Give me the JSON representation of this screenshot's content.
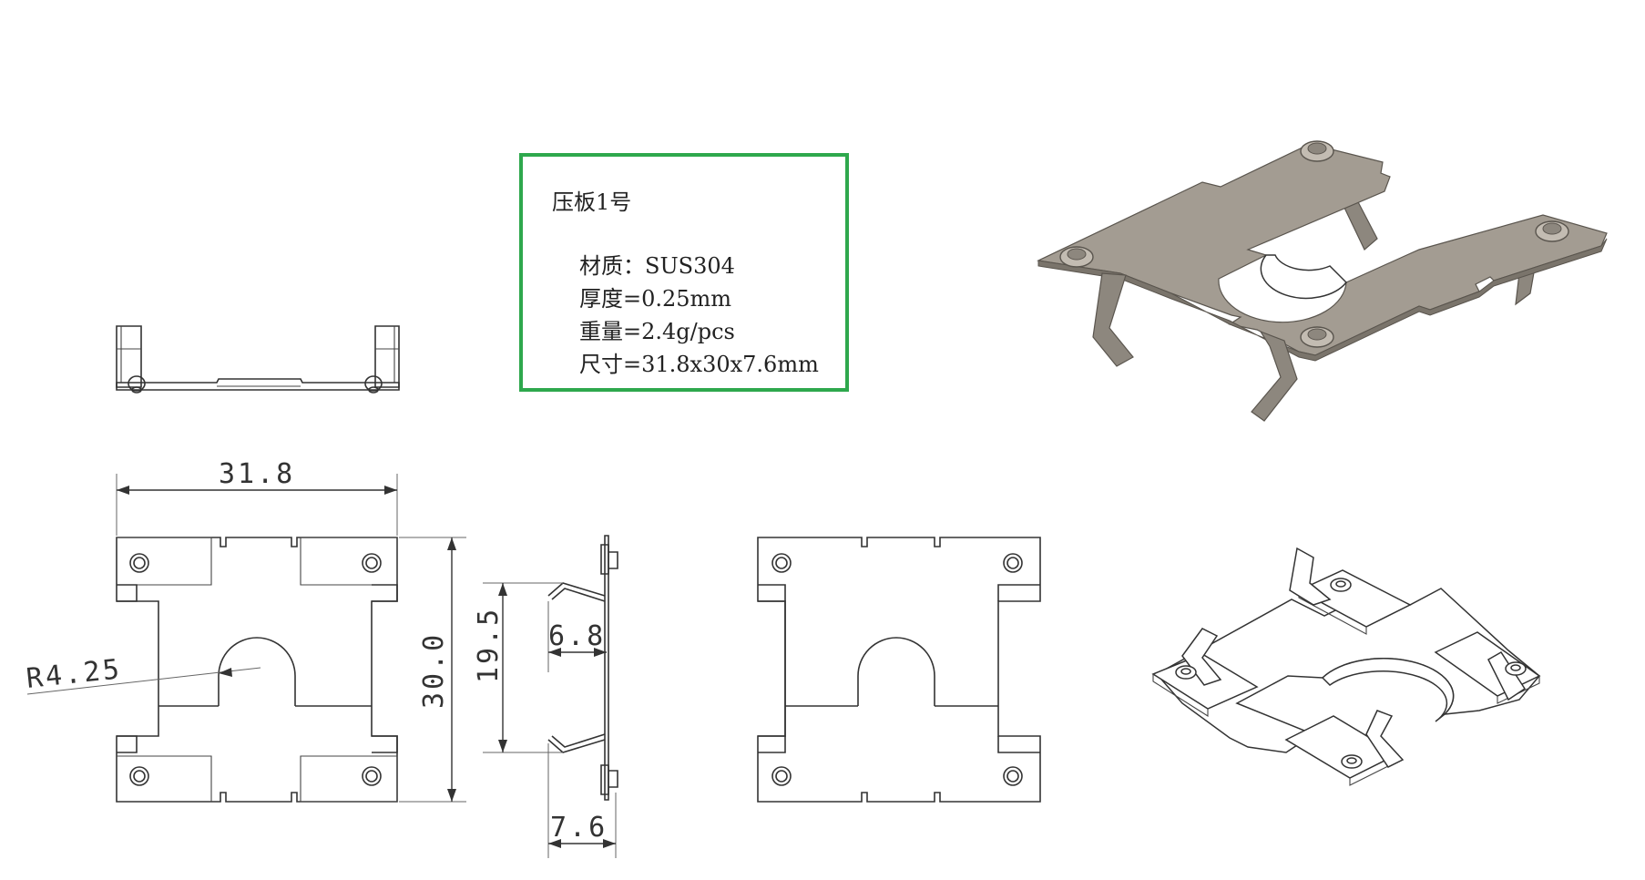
{
  "info": {
    "title": "压板1号",
    "specs": {
      "material": "材质：SUS304",
      "thickness": "厚度=0.25mm",
      "weight": "重量=2.4g/pcs",
      "size": "尺寸=31.8x30x7.6mm"
    }
  },
  "dimensions": {
    "width": "31.8",
    "height": "30.0",
    "radius": "R4.25",
    "inner_height": "19.5",
    "spring_depth": "6.8",
    "total_depth": "7.6"
  },
  "colors": {
    "box_border": "#2ea84d",
    "steel": "#a39c92"
  }
}
